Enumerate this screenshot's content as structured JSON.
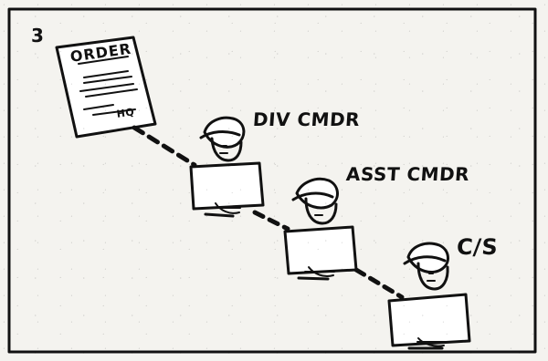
{
  "panel": {
    "number": "3",
    "background_color": "#f4f3ef",
    "ink_color": "#111111"
  },
  "document": {
    "title": "ORDER",
    "footer": "HQ"
  },
  "roles": {
    "division_commander": "DIV CMDR",
    "assistant_commander": "ASST CMDR",
    "chief_of_staff": "C/S"
  }
}
